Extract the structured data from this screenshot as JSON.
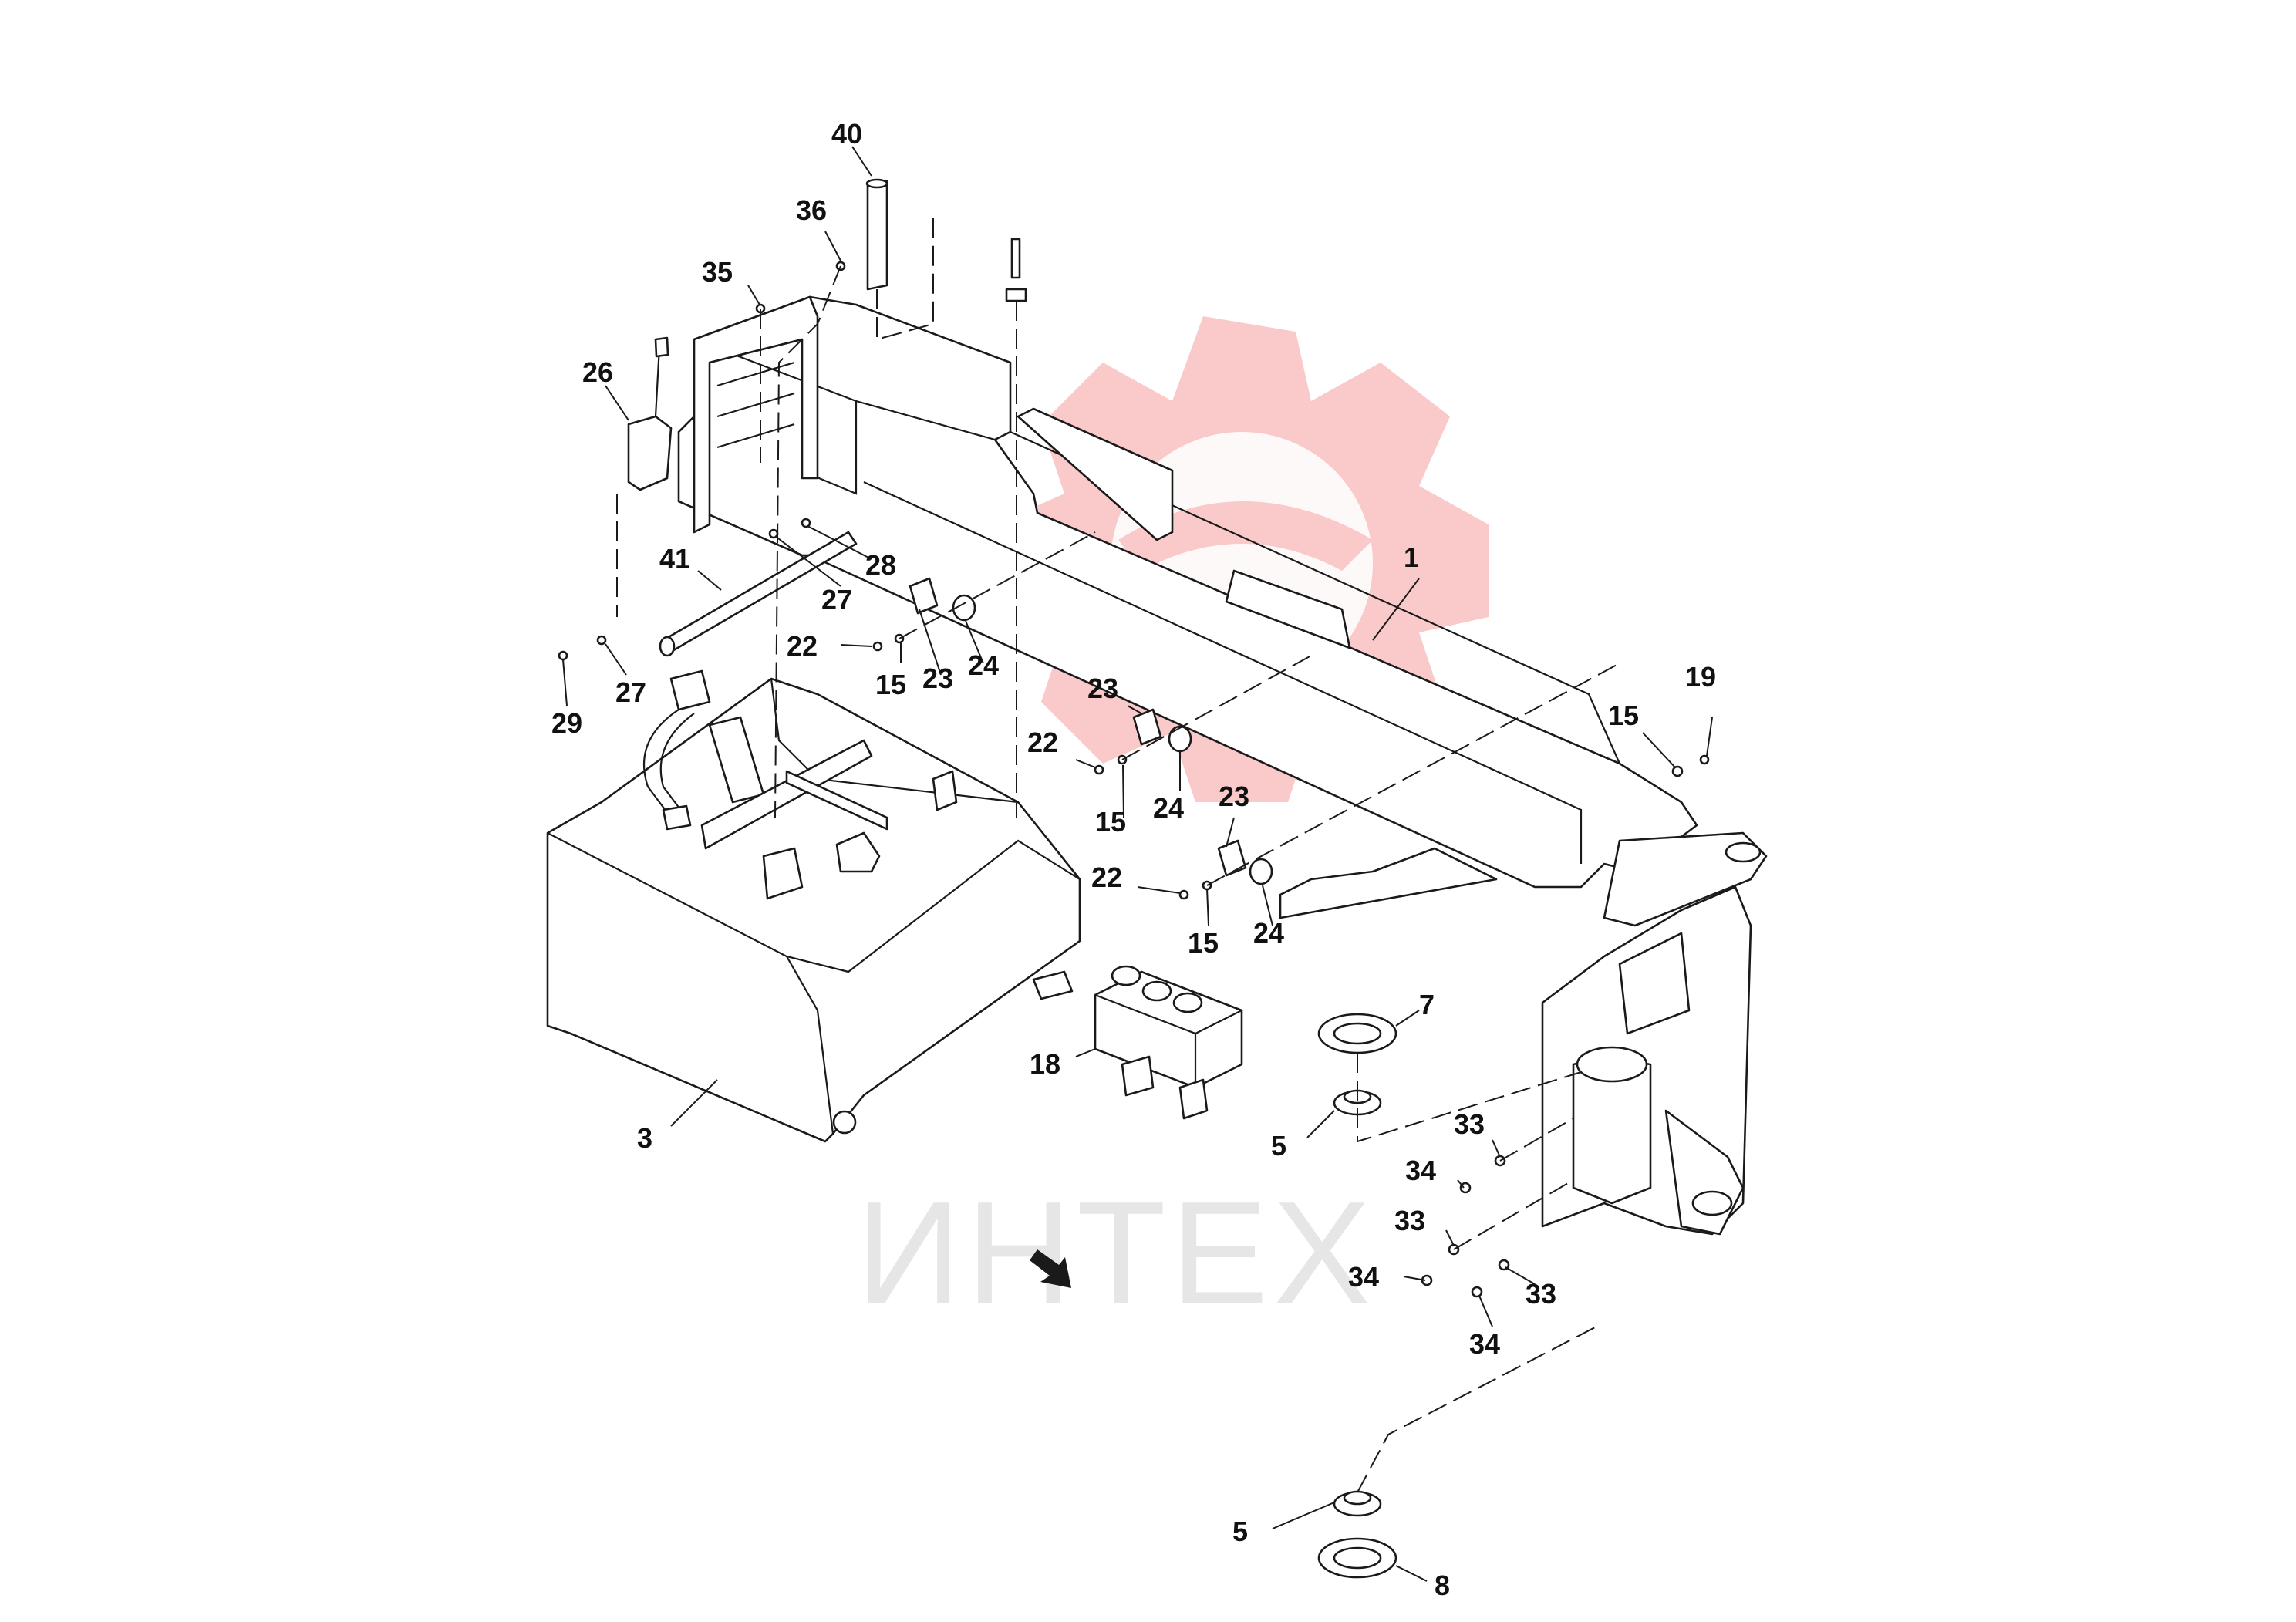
{
  "watermark": {
    "text": "ИНТЕХ",
    "logo_icon": "gear-logo-icon",
    "logo_color": "#f05a5a"
  },
  "direction_icon": "arrow-icon",
  "callouts": [
    {
      "id": "c40",
      "text": "40"
    },
    {
      "id": "c36",
      "text": "36"
    },
    {
      "id": "c35",
      "text": "35"
    },
    {
      "id": "c26",
      "text": "26"
    },
    {
      "id": "c28",
      "text": "28"
    },
    {
      "id": "c41",
      "text": "41"
    },
    {
      "id": "c27a",
      "text": "27"
    },
    {
      "id": "c22a",
      "text": "22"
    },
    {
      "id": "c15a",
      "text": "15"
    },
    {
      "id": "c23a",
      "text": "23"
    },
    {
      "id": "c24a",
      "text": "24"
    },
    {
      "id": "c27b",
      "text": "27"
    },
    {
      "id": "c29",
      "text": "29"
    },
    {
      "id": "c1",
      "text": "1"
    },
    {
      "id": "c23b",
      "text": "23"
    },
    {
      "id": "c22b",
      "text": "22"
    },
    {
      "id": "c15b",
      "text": "15"
    },
    {
      "id": "c24b",
      "text": "24"
    },
    {
      "id": "c19",
      "text": "19"
    },
    {
      "id": "c15c",
      "text": "15"
    },
    {
      "id": "c23c",
      "text": "23"
    },
    {
      "id": "c22c",
      "text": "22"
    },
    {
      "id": "c15d",
      "text": "15"
    },
    {
      "id": "c24c",
      "text": "24"
    },
    {
      "id": "c7",
      "text": "7"
    },
    {
      "id": "c18",
      "text": "18"
    },
    {
      "id": "c5a",
      "text": "5"
    },
    {
      "id": "c3",
      "text": "3"
    },
    {
      "id": "c33a",
      "text": "33"
    },
    {
      "id": "c34a",
      "text": "34"
    },
    {
      "id": "c33b",
      "text": "33"
    },
    {
      "id": "c34b",
      "text": "34"
    },
    {
      "id": "c33c",
      "text": "33"
    },
    {
      "id": "c34c",
      "text": "34"
    },
    {
      "id": "c5b",
      "text": "5"
    },
    {
      "id": "c8",
      "text": "8"
    }
  ]
}
